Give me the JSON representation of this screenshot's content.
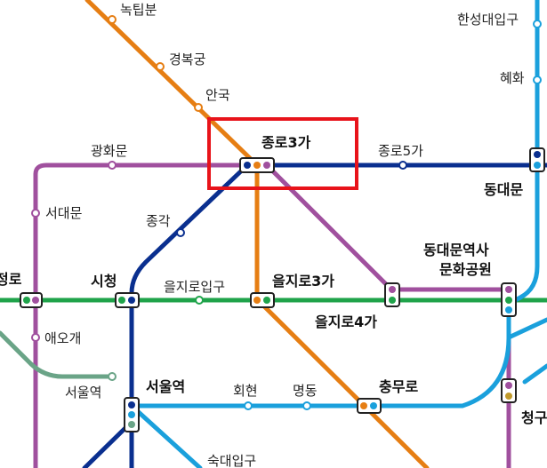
{
  "map": {
    "lines": [
      {
        "name": "line-1",
        "color": "#0a2f8f"
      },
      {
        "name": "line-2",
        "color": "#1fa34a"
      },
      {
        "name": "line-3",
        "color": "#e67e13"
      },
      {
        "name": "line-4",
        "color": "#1aa0dc"
      },
      {
        "name": "line-5",
        "color": "#a0509e"
      },
      {
        "name": "gyeongui-line",
        "color": "#6aa487"
      }
    ],
    "highlight_color": "#e8131a",
    "stations": {
      "nokbeon": "녹팁분",
      "gyeongbokgung": "경복궁",
      "anguk": "안국",
      "gwanghwamun": "광화문",
      "jongno3ga": "종로3가",
      "jongno5ga": "종로5가",
      "hansung": "한성대입구",
      "hyehwa": "혜화",
      "dongdaemun": "동대문",
      "seodaemun": "서대문",
      "jonggak": "종각",
      "ddp1": "동대문역사",
      "ddp2": "문화공원",
      "chungjeongno": "정로",
      "cityhall": "시청",
      "euljiro1ga": "을지로입구",
      "euljiro3ga": "을지로3가",
      "euljiro4ga": "을지로4가",
      "aeogae": "애오개",
      "seoulstation_small": "서울역",
      "seoulstation": "서울역",
      "hoehyeon": "회현",
      "myeongdong": "명동",
      "chungmuro": "충무로",
      "cheonggu": "청구",
      "sookmyung": "숙대입구"
    }
  }
}
